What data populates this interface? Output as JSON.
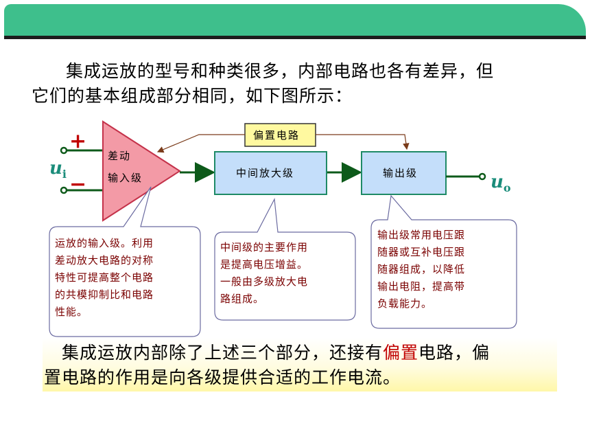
{
  "intro": {
    "line1": "集成运放的型号和种类很多，内部电路也各有差异，但",
    "line2": "它们的基本组成部分相同，如下图所示："
  },
  "diagram": {
    "input_plus": "+",
    "input_minus": "−",
    "input_symbol": "u",
    "input_sub": "i",
    "output_symbol": "u",
    "output_sub": "o",
    "amp_label_1": "差动",
    "amp_label_2": "输入级",
    "middle_stage": "中间放大级",
    "output_stage": "输出级",
    "bias_circuit": "偏置电路"
  },
  "callouts": {
    "input": [
      "运放的输入级。利用",
      "差动放大电路的对称",
      "特性可提高整个电路",
      "的共模抑制比和电路",
      "性能。"
    ],
    "middle": [
      "中间级的主要作用",
      "是提高电压增益。",
      "一般由多级放大电",
      "路组成。"
    ],
    "output": [
      "输出级常用电压跟",
      "随器或互补电压跟",
      "随器组成，以降低",
      "输出电阻，提高带",
      "负载能力。"
    ]
  },
  "summary": {
    "part1": "集成运放内部除了上述三个部分，还接有",
    "highlight": "偏置",
    "part2": "电路，偏",
    "line2": "置电路的作用是向各级提供合适的工作电流。"
  },
  "colors": {
    "header": "#3ebf8c",
    "stage_fill": "#c4defa",
    "stage_border": "#1e8a66",
    "amp_fill": "#f39aa6",
    "amp_border": "#c4324a",
    "bias_fill": "#fff9a0",
    "callout_text": "#7a0000",
    "highlight": "#c00000"
  }
}
